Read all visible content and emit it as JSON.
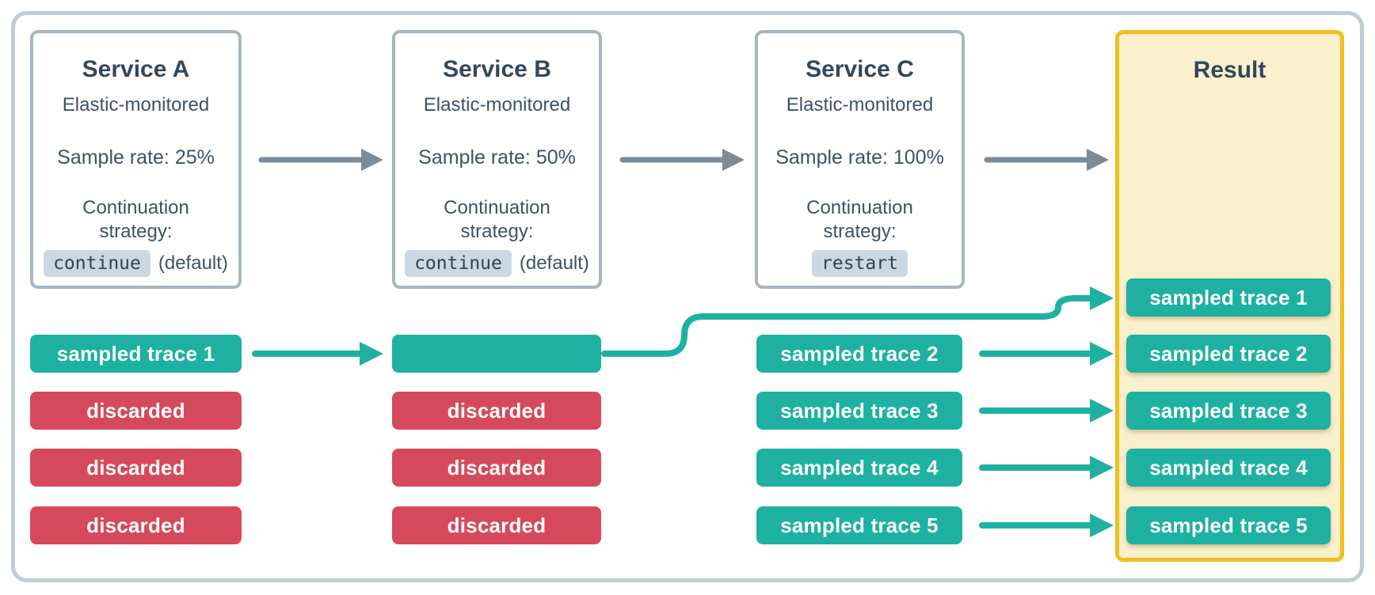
{
  "colors": {
    "bg": "#ffffff",
    "frame-border": "#c0cbd6",
    "box-border": "#a6b6c4",
    "title-text": "#33475a",
    "body-text": "#3d5266",
    "chip-bg": "#cbd7e3",
    "chip-text": "#2f4457",
    "teal": "#1eb1a1",
    "red": "#d6495c",
    "arrow-gray": "#7a8c99",
    "result-bg": "#fbf0ce",
    "result-border": "#f4bd1c",
    "pill-text": "#ffffff"
  },
  "services": [
    {
      "title": "Service A",
      "subtitle": "Elastic-monitored",
      "sample_rate": "Sample rate: 25%",
      "strategy_label": "Continuation strategy:",
      "strategy_value": "continue",
      "strategy_note": "(default)"
    },
    {
      "title": "Service B",
      "subtitle": "Elastic-monitored",
      "sample_rate": "Sample rate: 50%",
      "strategy_label": "Continuation strategy:",
      "strategy_value": "continue",
      "strategy_note": "(default)"
    },
    {
      "title": "Service C",
      "subtitle": "Elastic-monitored",
      "sample_rate": "Sample rate: 100%",
      "strategy_label": "Continuation strategy:",
      "strategy_value": "restart",
      "strategy_note": ""
    }
  ],
  "result": {
    "title": "Result"
  },
  "traces": {
    "service_a": [
      {
        "label": "sampled trace 1",
        "type": "sampled"
      },
      {
        "label": "discarded",
        "type": "discarded"
      },
      {
        "label": "discarded",
        "type": "discarded"
      },
      {
        "label": "discarded",
        "type": "discarded"
      }
    ],
    "service_b": [
      {
        "label": "",
        "type": "sampled"
      },
      {
        "label": "discarded",
        "type": "discarded"
      },
      {
        "label": "discarded",
        "type": "discarded"
      },
      {
        "label": "discarded",
        "type": "discarded"
      }
    ],
    "service_c": [
      {
        "label": "sampled trace 2",
        "type": "sampled"
      },
      {
        "label": "sampled trace 3",
        "type": "sampled"
      },
      {
        "label": "sampled trace 4",
        "type": "sampled"
      },
      {
        "label": "sampled trace 5",
        "type": "sampled"
      }
    ],
    "result": [
      {
        "label": "sampled trace 1",
        "type": "sampled"
      },
      {
        "label": "sampled trace 2",
        "type": "sampled"
      },
      {
        "label": "sampled trace 3",
        "type": "sampled"
      },
      {
        "label": "sampled trace 4",
        "type": "sampled"
      },
      {
        "label": "sampled trace 5",
        "type": "sampled"
      }
    ]
  }
}
